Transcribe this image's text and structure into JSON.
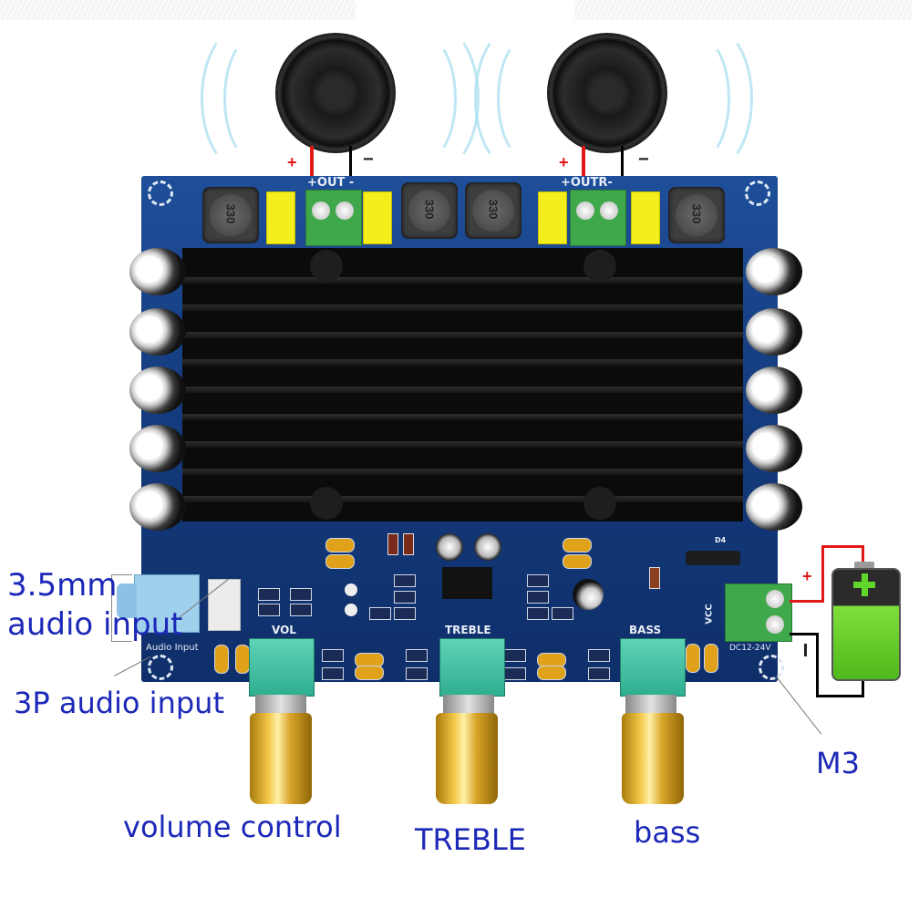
{
  "labels": {
    "jack_35mm_line1": "3.5mm",
    "jack_35mm_line2": "audio input",
    "three_pin": "3P audio input",
    "volume": "volume control",
    "treble": "TREBLE",
    "bass": "bass",
    "m3": "M3"
  },
  "board_silkscreen": {
    "out_left": "+OUT -",
    "out_right": "+OUTR-",
    "vol": "VOL",
    "treble": "TREBLE",
    "bass": "BASS",
    "audio_input": "Audio Input",
    "vcc": "VCC",
    "dc_range": "DC12-24V",
    "diode": "D4",
    "inductor_values": [
      "330",
      "330",
      "330",
      "330"
    ]
  },
  "polarity": {
    "plus": "+",
    "minus": "−"
  },
  "colors": {
    "label_blue": "#1c28b8",
    "pcb_blue": "#153d80",
    "terminal_green": "#3fa84a",
    "battery_green": "#6fd12c",
    "wire_red": "#e01818",
    "wire_black": "#000000"
  }
}
